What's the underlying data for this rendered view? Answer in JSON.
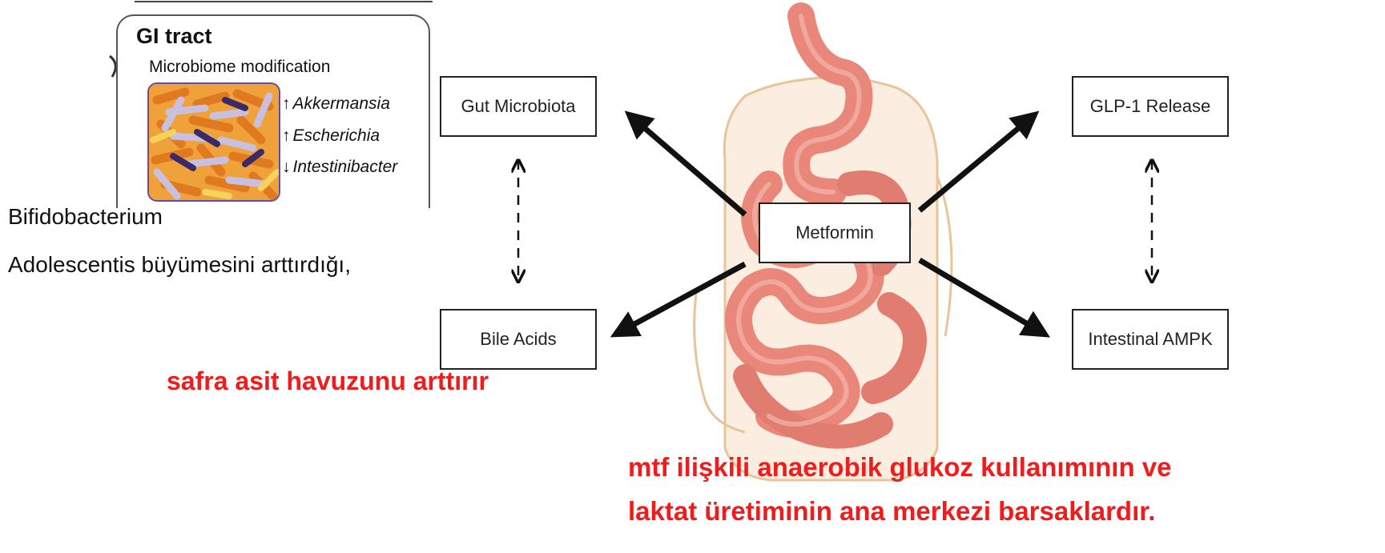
{
  "gi_panel": {
    "title": "GI tract",
    "subtitle": "Microbiome modification",
    "bacteria": [
      {
        "direction": "↑",
        "name": "Akkermansia"
      },
      {
        "direction": "↑",
        "name": "Escherichia"
      },
      {
        "direction": "↓",
        "name": "Intestinibacter"
      }
    ]
  },
  "notes": {
    "bifido_line1": "Bifidobacterium",
    "bifido_line2": "Adolescentis büyümesini arttırdığı,",
    "bile_note": "safra asit havuzunu arttırır",
    "center_note_line1": "mtf ilişkili anaerobik glukoz kullanımının ve",
    "center_note_line2": "laktat üretiminin ana merkezi barsaklardır."
  },
  "nodes": {
    "gut_microbiota": "Gut Microbiota",
    "glp1": "GLP-1 Release",
    "metformin": "Metformin",
    "bile_acids": "Bile Acids",
    "intestinal_ampk": "Intestinal AMPK"
  },
  "colors": {
    "highlight_red": "#ee1c1c",
    "intestine_pink": "#e9877a",
    "colon_outline": "#e8c49a"
  }
}
